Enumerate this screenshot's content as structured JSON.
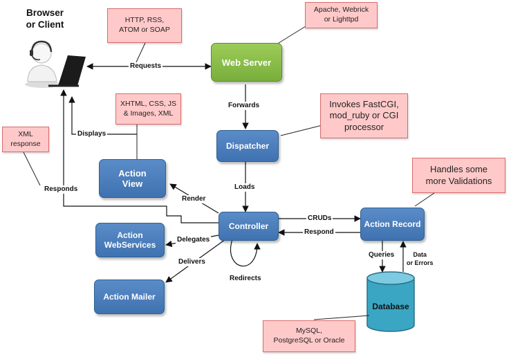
{
  "browser": {
    "title": "Browser\nor Client"
  },
  "nodes": {
    "web_server": "Web Server",
    "dispatcher": "Dispatcher",
    "action_view": "Action\nView",
    "controller": "Controller",
    "action_webservices": "Action\nWebServices",
    "action_mailer": "Action Mailer",
    "action_record": "Action Record",
    "database": "Database"
  },
  "notes": {
    "http": "HTTP, RSS,\nATOM or SOAP",
    "apache": "Apache, Webrick\nor Lighttpd",
    "xhtml": "XHTML, CSS, JS\n& Images, XML",
    "fastcgi": "Invokes FastCGI,\nmod_ruby or CGI\nprocessor",
    "xml_response": "XML\nresponse",
    "validations": "Handles some\nmore Validations",
    "mysql": "MySQL,\nPostgreSQL or Oracle"
  },
  "edges": {
    "requests": "Requests",
    "forwards": "Forwards",
    "displays": "Displays",
    "loads": "Loads",
    "responds": "Responds",
    "render": "Render",
    "cruds": "CRUDs",
    "respond": "Respond",
    "delegates": "Delegates",
    "delivers": "Delivers",
    "redirects": "Redirects",
    "queries": "Queries",
    "data_or_errors": "Data\nor Errors"
  },
  "colors": {
    "box_blue": "#4a7ebb",
    "box_green": "#8bbf4a",
    "note_fill": "#ffc9c9",
    "database_fill": "#3aa6c4"
  }
}
